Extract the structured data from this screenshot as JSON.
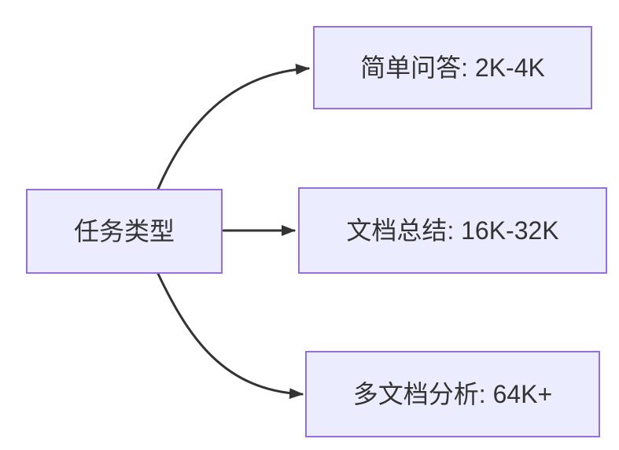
{
  "diagram": {
    "type": "flowchart",
    "direction": "left-to-right",
    "root": {
      "id": "task-type",
      "label": "任务类型"
    },
    "branches": [
      {
        "id": "simple-qa",
        "label": "简单问答: 2K-4K"
      },
      {
        "id": "doc-summary",
        "label": "文档总结: 16K-32K"
      },
      {
        "id": "multi-doc",
        "label": "多文档分析: 64K+"
      }
    ],
    "edges": [
      {
        "from": "任务类型",
        "to": "简单问答: 2K-4K"
      },
      {
        "from": "任务类型",
        "to": "文档总结: 16K-32K"
      },
      {
        "from": "任务类型",
        "to": "多文档分析: 64K+"
      }
    ],
    "colors": {
      "background": "#ffffff",
      "node_fill": "#ECECFF",
      "node_border": "#9370DB",
      "edge_color": "#333333",
      "text_color": "#333333"
    }
  }
}
